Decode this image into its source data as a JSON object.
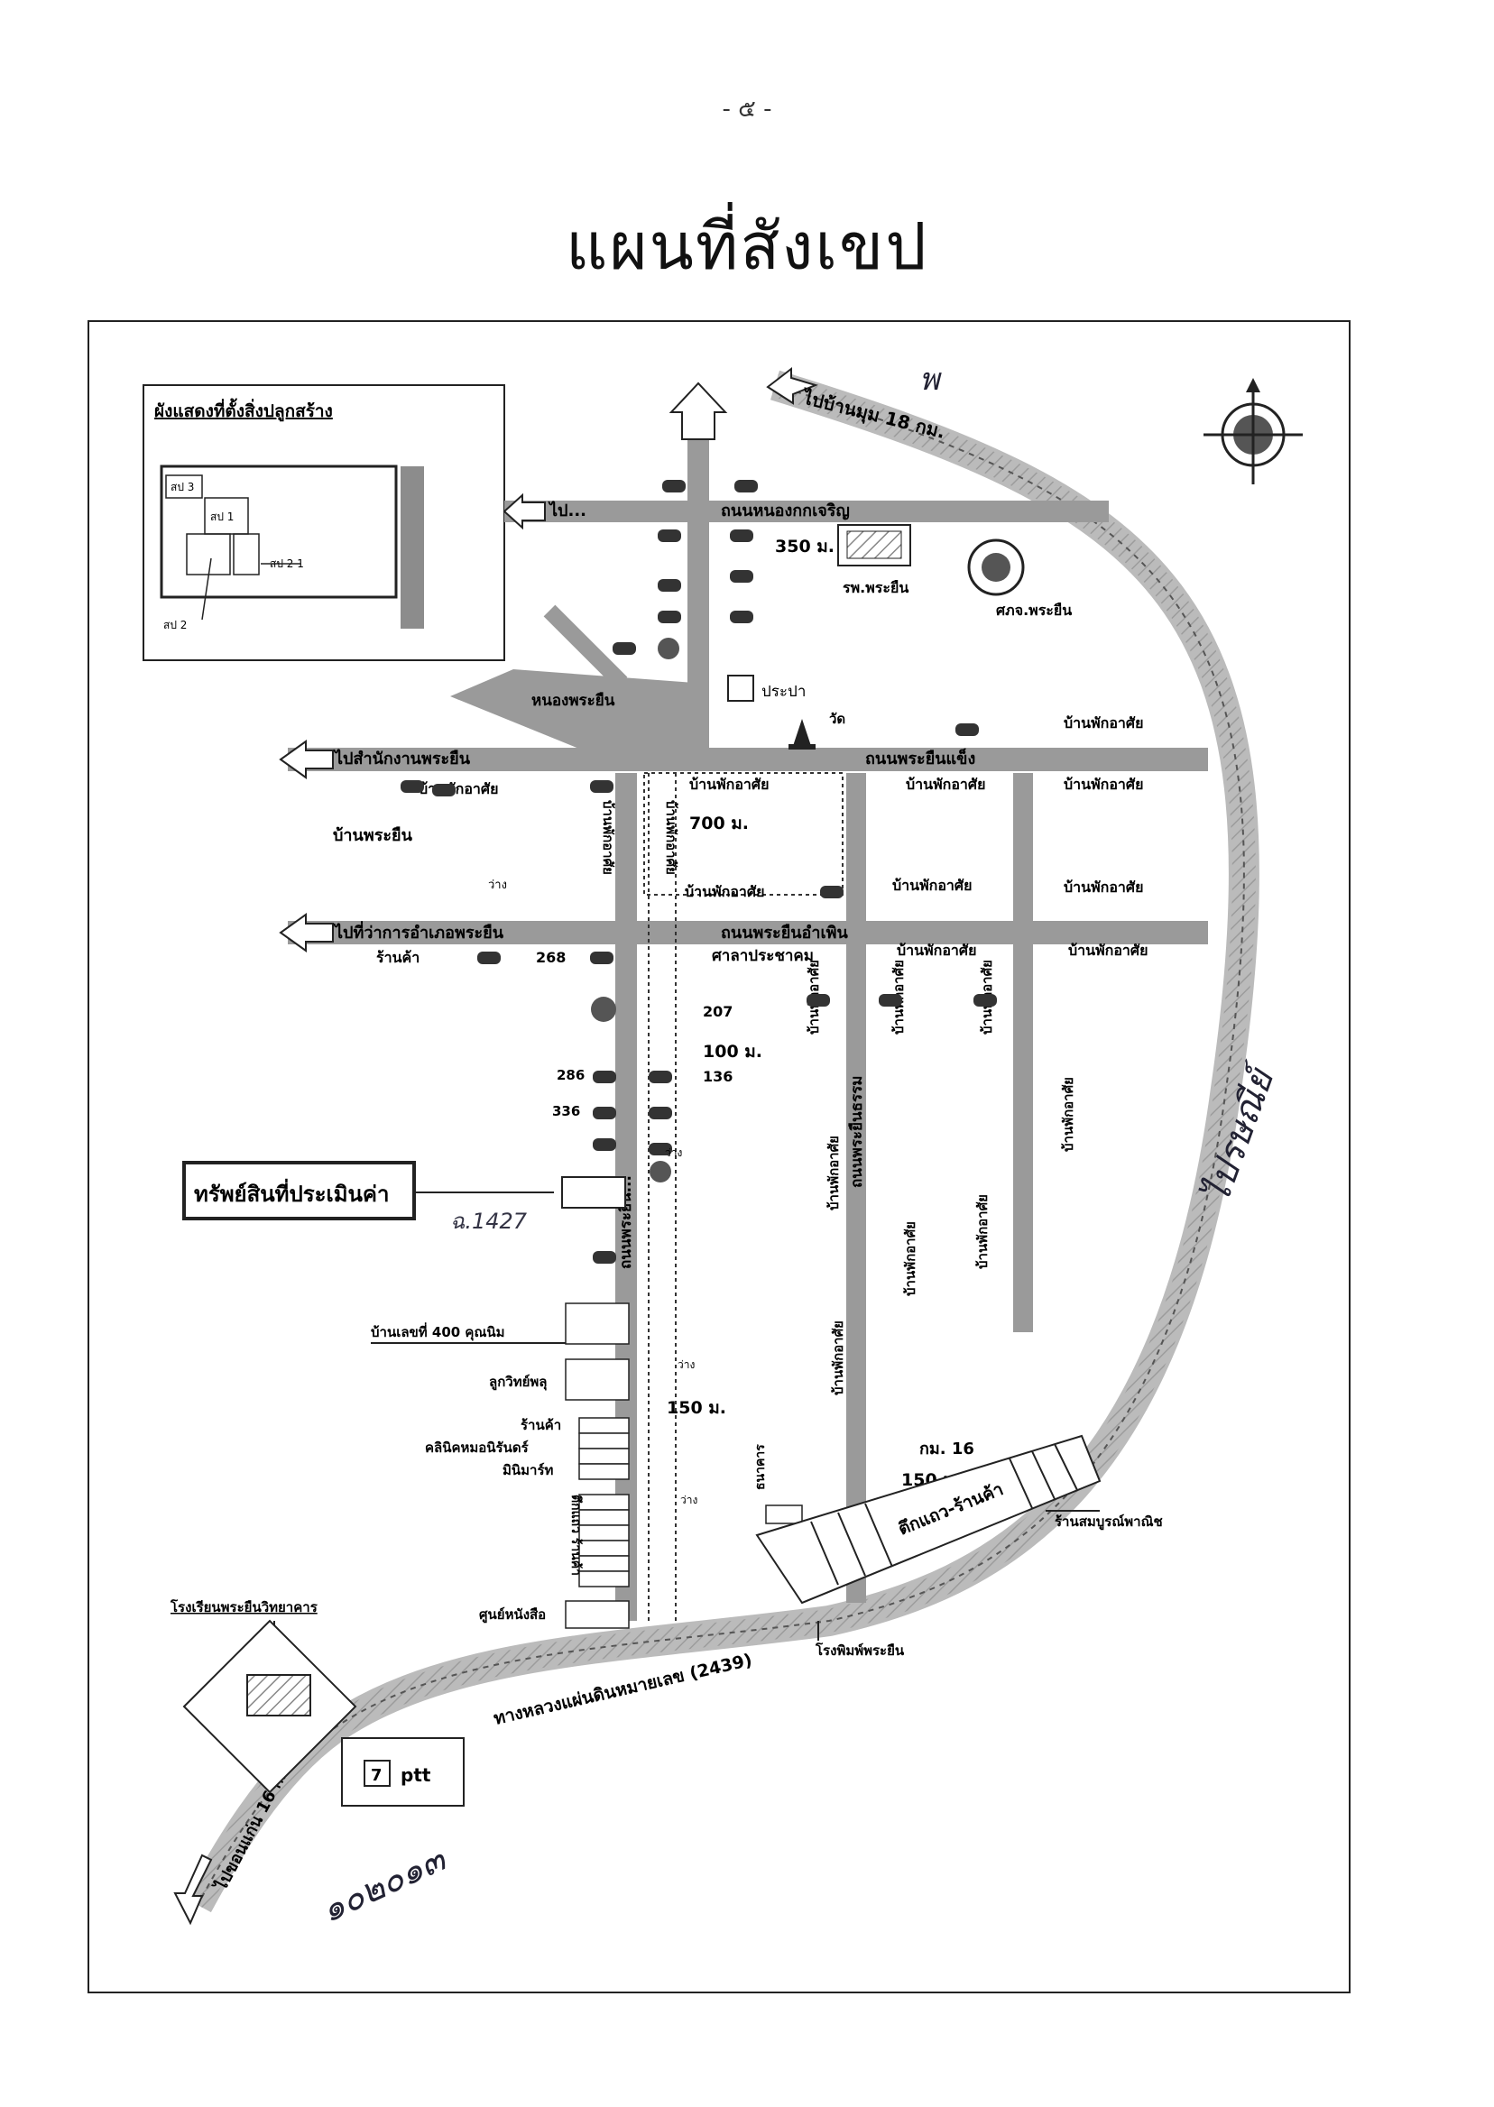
{
  "page_number": "- ๕ -",
  "title": "แผนที่สังเขป",
  "inset": {
    "title": "ผังแสดงที่ตั้งสิ่งปลูกสร้าง",
    "labels": [
      "สป 3",
      "สป 1",
      "สป 2 1",
      "สป 2"
    ]
  },
  "destinations": {
    "top_right": "ไปบ้านมุม 18 กม.",
    "nongkok": "ไป...",
    "public_works": "ไปสำนักงานพระยืน",
    "district_office": "ไปที่ว่าการอำเภอพระยืน",
    "bottom_left": "ไปขอนแก่น 16 กม."
  },
  "roads": {
    "nongkok_charoen": "ถนนหนองกกเจริญ",
    "phrayuen_khaeng": "ถนนพระยืนแข็ง",
    "phrayuen_1": "ถนนพระยืนอำเพิน",
    "lower_highway": "ทางหลวงแผ่นดินหมายเลข (2439)",
    "main_vertical": "ถนนพระยืน...",
    "mid_vertical": "ถนนพระยืนธรรม"
  },
  "places": {
    "hospital": "รพ.พระยืน",
    "police": "ศภจ.พระยืน",
    "water": "ประปา",
    "temple": "วัด",
    "nong_phrayuen": "หนองพระยืน",
    "phrayuen_village": "บ้านพระยืน",
    "sala": "ศาลาประชาคม",
    "shop": "ร้านค้า",
    "empty": "ว่าง",
    "school": "โรงเรียนพระยืนวิทยาคาร",
    "ptt": "ptt",
    "seven": "7",
    "print_shop": "โรงพิมพ์พระยืน",
    "market_shop": "ร้านสมบูรณ์พาณิช",
    "shops_row": "ตึกแถว-ร้านค้า",
    "house400": "บ้านเลขที่ 400 คุณนิม",
    "loukwich": "ลูกวิทย์พลุ",
    "clinic": "คลินิคหมอนิรันดร์",
    "minimart": "มินิมาร์ท",
    "bookstore": "ศูนย์หนังสือ",
    "townhouse": "ตึกแถว ร้านค้า",
    "bank": "ธนาคาร"
  },
  "residence": "บ้านพักอาศัย",
  "distances": {
    "d350": "350 ม.",
    "d700": "700 ม.",
    "d100": "100 ม.",
    "d150": "150 ม.",
    "km16": "กม. 16",
    "d150b": "150 ม."
  },
  "numbers": {
    "n268": "268",
    "n207": "207",
    "n286": "286",
    "n136": "136",
    "n336": "336"
  },
  "subject": {
    "label": "ทรัพย์สินที่ประเมินค่า",
    "handwritten_id": "ฉ.1427"
  },
  "handwriting": {
    "top_mark": "พ",
    "right_note": "ไปรษณีย์",
    "bottom_note": "๑๐๒๐๑๓"
  }
}
